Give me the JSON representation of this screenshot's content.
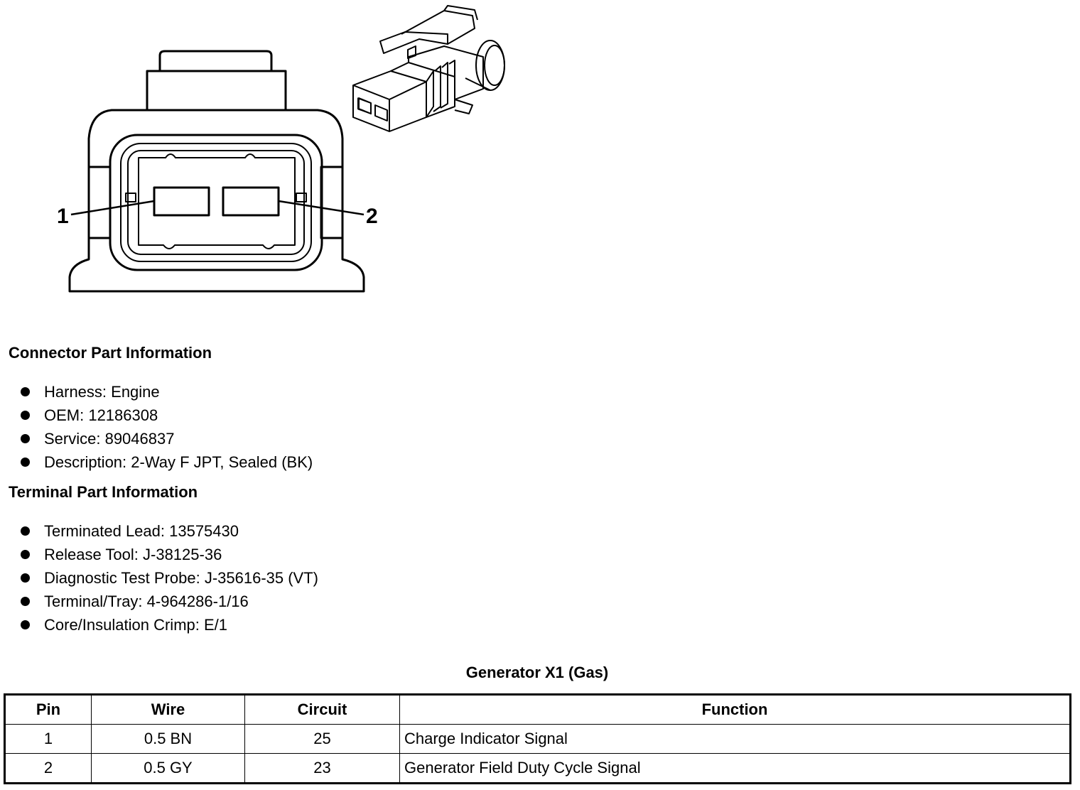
{
  "figure": {
    "pin_labels": [
      "1",
      "2"
    ]
  },
  "connector_section": {
    "title": "Connector Part Information",
    "items": [
      "Harness: Engine",
      "OEM: 12186308",
      "Service: 89046837",
      "Description: 2-Way F JPT, Sealed (BK)"
    ]
  },
  "terminal_section": {
    "title": "Terminal Part Information",
    "items": [
      "Terminated Lead: 13575430",
      "Release Tool: J-38125-36",
      "Diagnostic Test Probe: J-35616-35 (VT)",
      "Terminal/Tray: 4-964286-1/16",
      "Core/Insulation Crimp: E/1"
    ]
  },
  "pin_table": {
    "title": "Generator X1 (Gas)",
    "headers": [
      "Pin",
      "Wire",
      "Circuit",
      "Function"
    ],
    "rows": [
      [
        "1",
        "0.5 BN",
        "25",
        "Charge Indicator Signal"
      ],
      [
        "2",
        "0.5 GY",
        "23",
        "Generator Field Duty Cycle Signal"
      ]
    ]
  }
}
